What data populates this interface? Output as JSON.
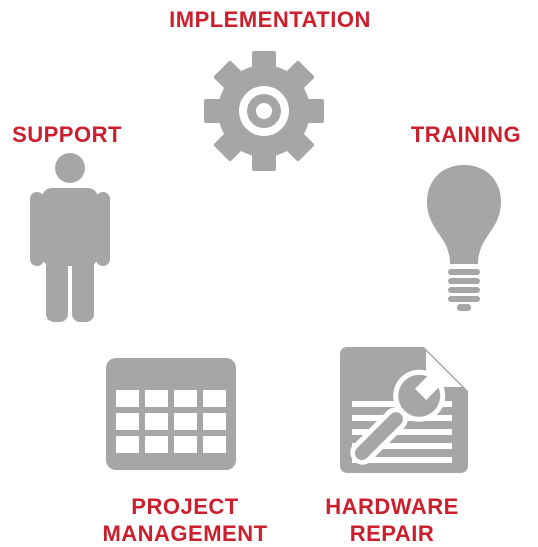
{
  "colors": {
    "label": "#cc1f2d",
    "icon": "#a6a6a6",
    "background": "#ffffff"
  },
  "items": [
    {
      "id": "implementation",
      "label": "IMPLEMENTATION",
      "icon": "gear-icon"
    },
    {
      "id": "support",
      "label": "SUPPORT",
      "icon": "person-icon"
    },
    {
      "id": "training",
      "label": "TRAINING",
      "icon": "lightbulb-icon"
    },
    {
      "id": "project_management",
      "label_lines": [
        "PROJECT",
        "MANAGEMENT"
      ],
      "icon": "calendar-icon"
    },
    {
      "id": "hardware_repair",
      "label_lines": [
        "HARDWARE",
        "REPAIR"
      ],
      "icon": "wrench-document-icon"
    }
  ]
}
